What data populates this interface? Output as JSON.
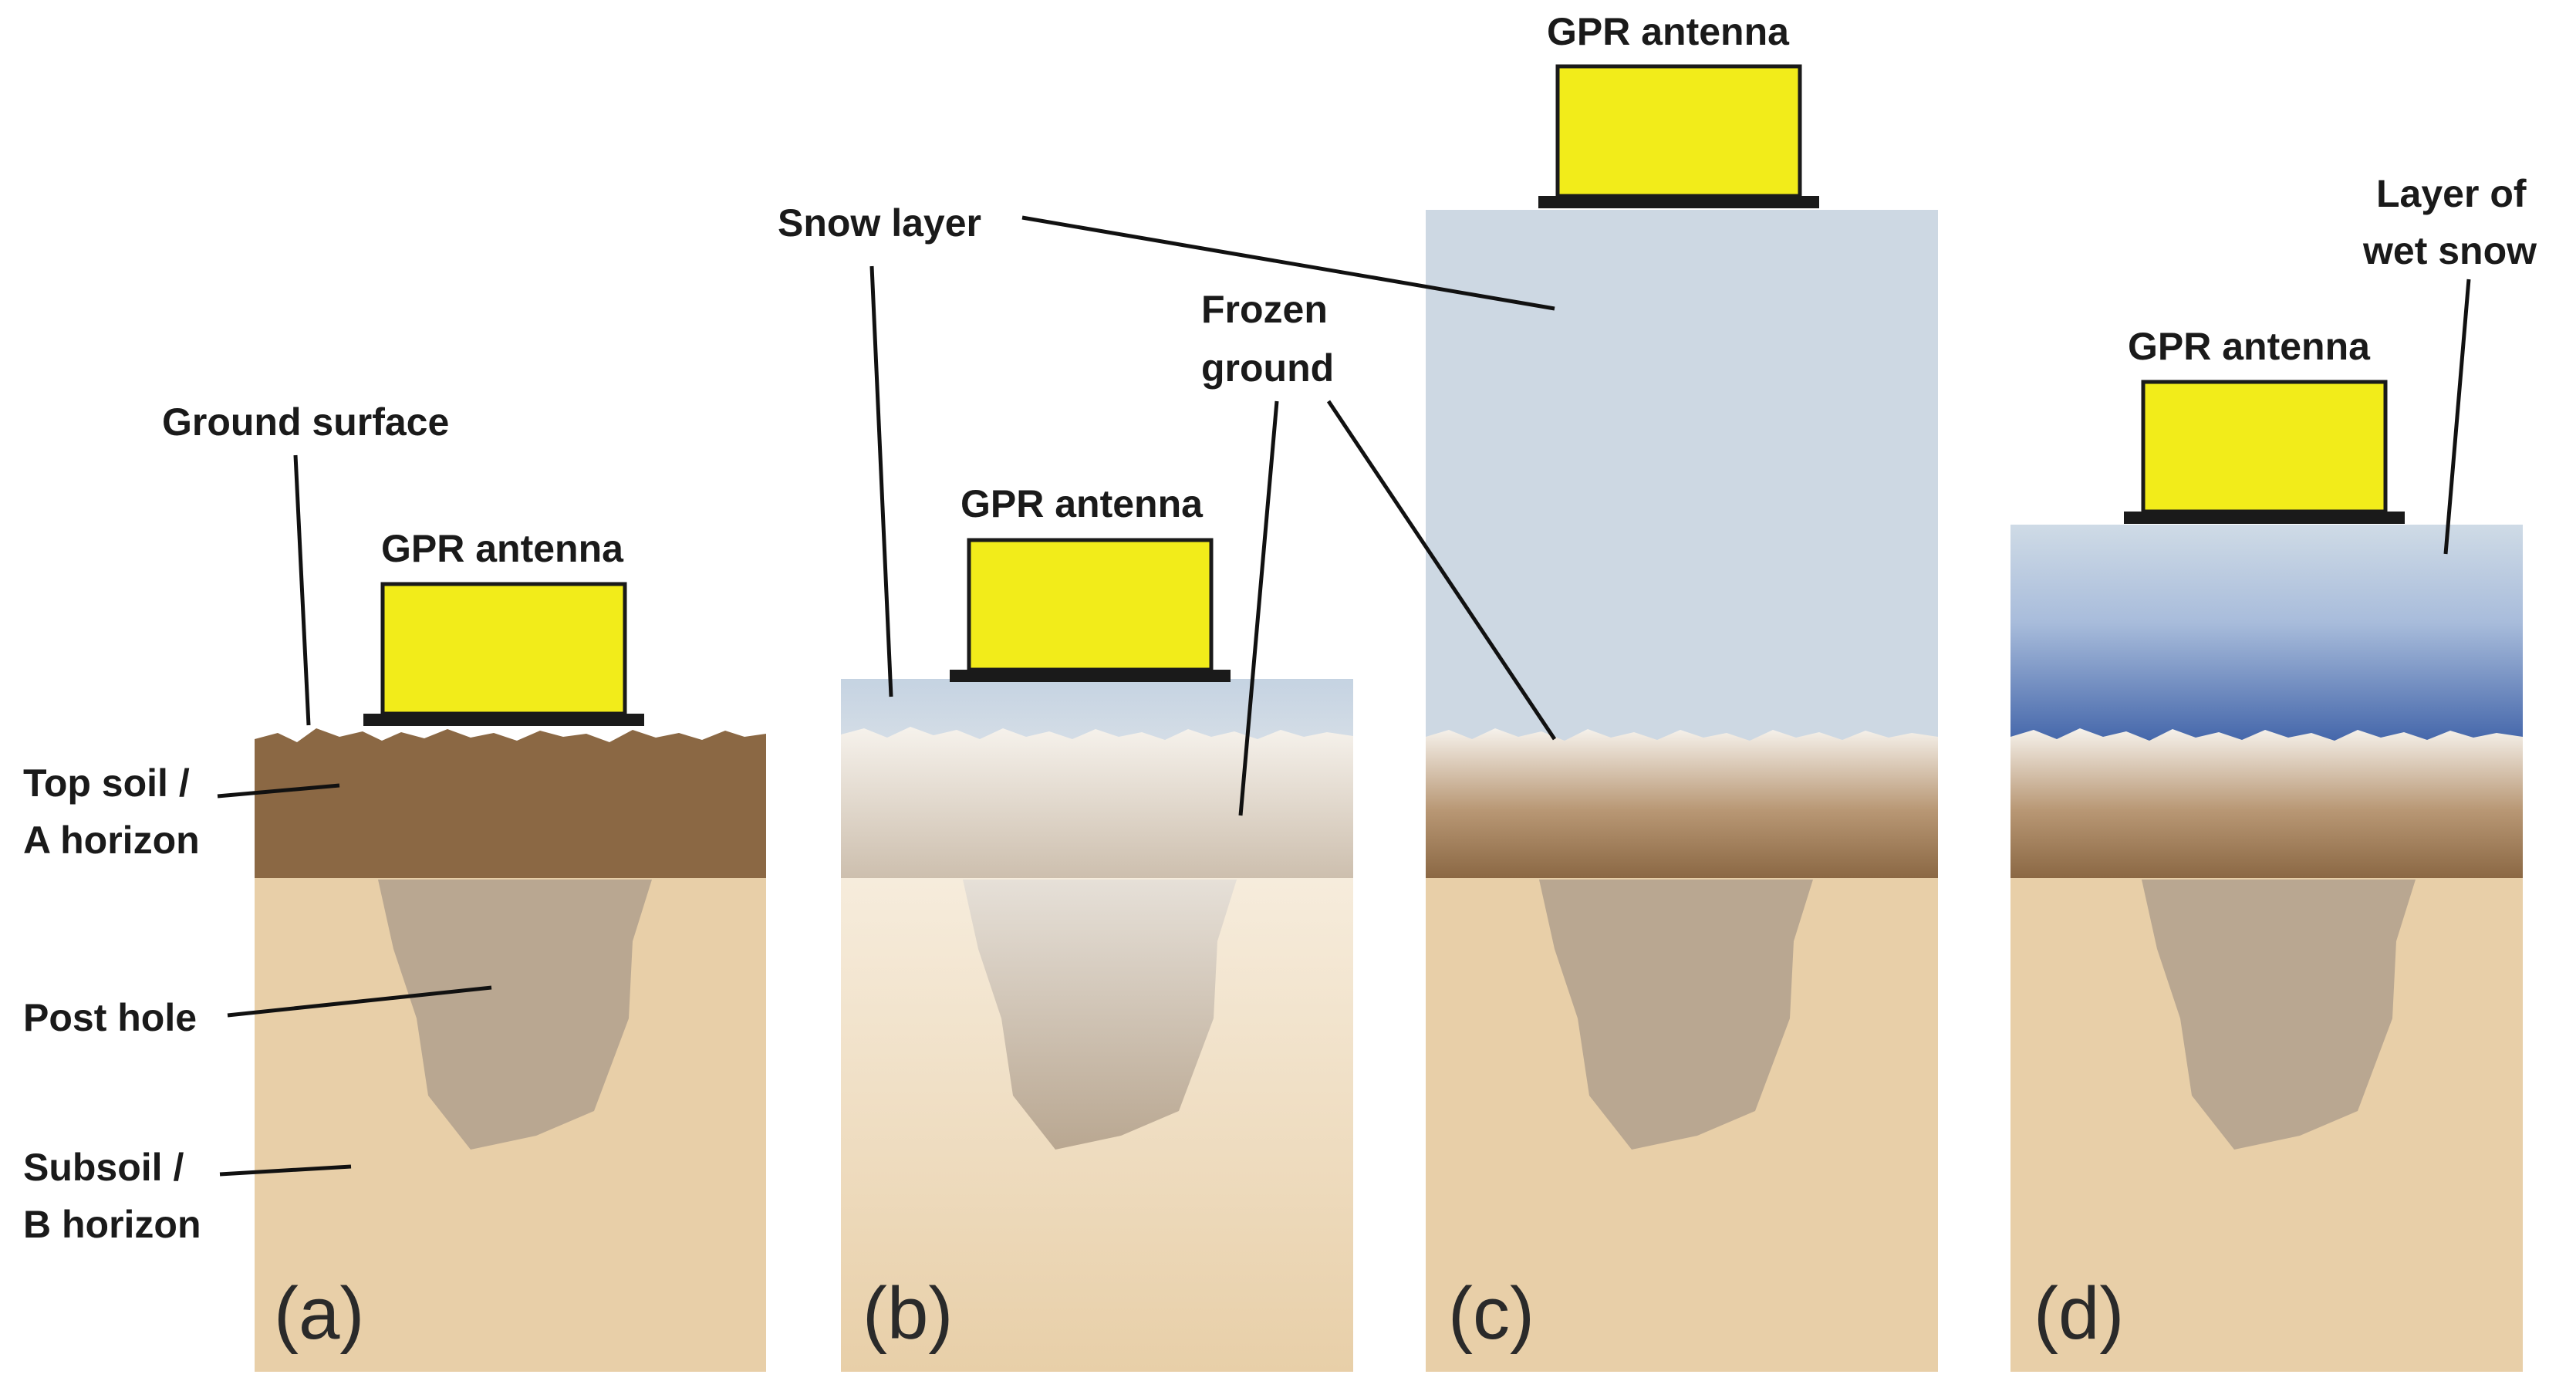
{
  "labels": {
    "ground_surface": "Ground surface",
    "gpr_antenna": "GPR antenna",
    "top_soil_line1": "Top soil /",
    "top_soil_line2": "A horizon",
    "post_hole": "Post hole",
    "subsoil_line1": "Subsoil /",
    "subsoil_line2": "B horizon",
    "snow_layer": "Snow layer",
    "frozen_ground_line1": "Frozen",
    "frozen_ground_line2": "ground",
    "wet_snow_line1": "Layer of",
    "wet_snow_line2": "wet snow"
  },
  "panels": [
    {
      "id": "a",
      "label": "(a)"
    },
    {
      "id": "b",
      "label": "(b)"
    },
    {
      "id": "c",
      "label": "(c)"
    },
    {
      "id": "d",
      "label": "(d)"
    }
  ],
  "colors": {
    "antenna": "#f2ec1a",
    "antenna_base": "#1a1a1a",
    "topsoil": "#8b6844",
    "subsoil": "#e8cfa8",
    "post_hole": "#b9a791",
    "snow": "#cdd8e3",
    "frozen_top": "#f6f2ec",
    "frozen_bottom": "#cdbfae",
    "wet_snow": "#4466aa"
  }
}
